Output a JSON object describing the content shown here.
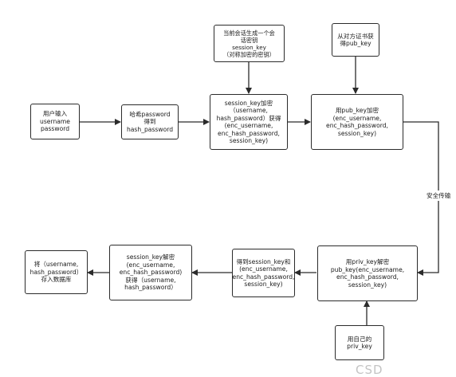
{
  "nodes": {
    "user_input": "用户输入\nusername\npassword",
    "hash_password": "哈希password\n得到\nhash_password",
    "session_key_encrypt": "session_key加密\n（username,\nhash_password）获得\n(enc_username,\nenc_hash_password,\nsession_key)",
    "generate_session_key": "当前会话生成一个会\n话密钥\nsession_key\n（对称加密的密钥）",
    "get_pub_key": "从对方证书获\n得pub_key",
    "pub_key_encrypt": "用pub_key加密\n(enc_username,\nenc_hash_password,\nsession_key)",
    "priv_key_decrypt": "用priv_key解密\npub_key(enc_username,\nenc_hash_password,\nsession_key)",
    "own_priv_key": "用自己的\npriv_key",
    "get_session_key": "得到session_key和\n(enc_username,\nenc_hash_password,\nsession_key)",
    "session_key_decrypt": "session_key解密\n(enc_username,\nenc_hash_password)\n获得（username,\nhash_password）",
    "store_db": "将（username,\nhash_password）\n存入数据库"
  },
  "edge_labels": {
    "secure_transfer": "安全传输"
  },
  "watermark": "CSD"
}
